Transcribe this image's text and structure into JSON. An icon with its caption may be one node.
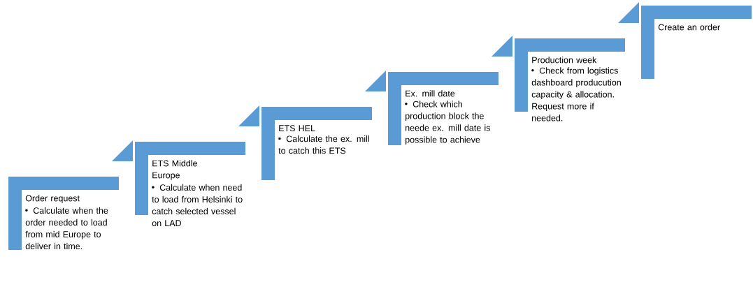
{
  "diagram": {
    "nodes": [
      {
        "text": [
          "Order request",
          "Calculate when the order needed to load from mid Europe to deliver in time."
        ]
      },
      {
        "text": [
          "ETS Middle Europe",
          "Calculate when need to load from Helsinki to catch selected vessel on LAD"
        ]
      },
      {
        "text": [
          "ETS HEL",
          "Calculate the ex. mill to catch this ETS"
        ]
      },
      {
        "text": [
          "Ex. mill date",
          "Check which production block the neede ex. mill date is possible to achieve"
        ]
      },
      {
        "text": [
          "Production week",
          "Check from logistics dashboard producution capacity & allocation. Request more if needed."
        ]
      },
      {
        "text": [
          "Create an order"
        ]
      }
    ]
  }
}
